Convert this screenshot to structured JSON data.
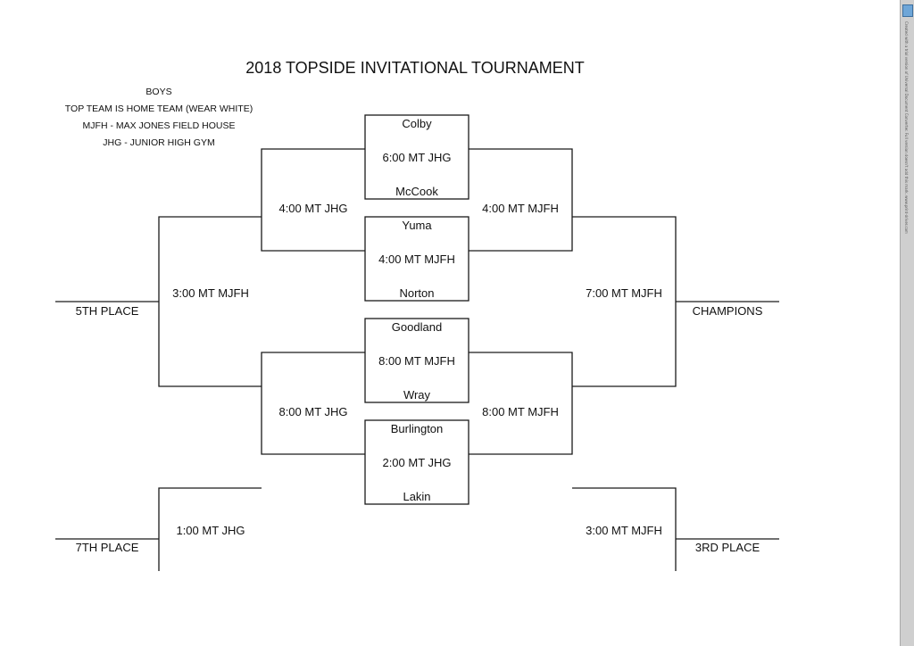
{
  "title": "2018 TOPSIDE INVITATIONAL TOURNAMENT",
  "notes": [
    "BOYS",
    "TOP TEAM IS HOME TEAM (WEAR WHITE)",
    "MJFH - MAX JONES FIELD HOUSE",
    "JHG - JUNIOR HIGH GYM"
  ],
  "games": [
    {
      "top": "Colby",
      "time": "6:00 MT JHG",
      "bottom": "McCook"
    },
    {
      "top": "Yuma",
      "time": "4:00 MT MJFH",
      "bottom": "Norton"
    },
    {
      "top": "Goodland",
      "time": "8:00 MT MJFH",
      "bottom": "Wray"
    },
    {
      "top": "Burlington",
      "time": "2:00 MT JHG",
      "bottom": "Lakin"
    }
  ],
  "loser_semis": {
    "upper": "4:00 MT JHG",
    "lower": "8:00 MT JHG"
  },
  "winner_semis": {
    "upper": "4:00 MT MJFH",
    "lower": "8:00 MT MJFH"
  },
  "fifth_place_game": "3:00 MT MJFH",
  "championship_game": "7:00 MT MJFH",
  "seventh_place_game": "1:00 MT JHG",
  "third_place_game": "3:00 MT MJFH",
  "places": {
    "fifth": "5TH PLACE",
    "champions": "CHAMPIONS",
    "seventh": "7TH PLACE",
    "third": "3RD PLACE"
  },
  "sidebar_text": "Created with a trial version of Universal Document Converter. Full version doesn't add this mark. www.print-driver.com",
  "colors": {
    "line": "#1a1a1a",
    "sidebar": "#cfcfcf"
  }
}
